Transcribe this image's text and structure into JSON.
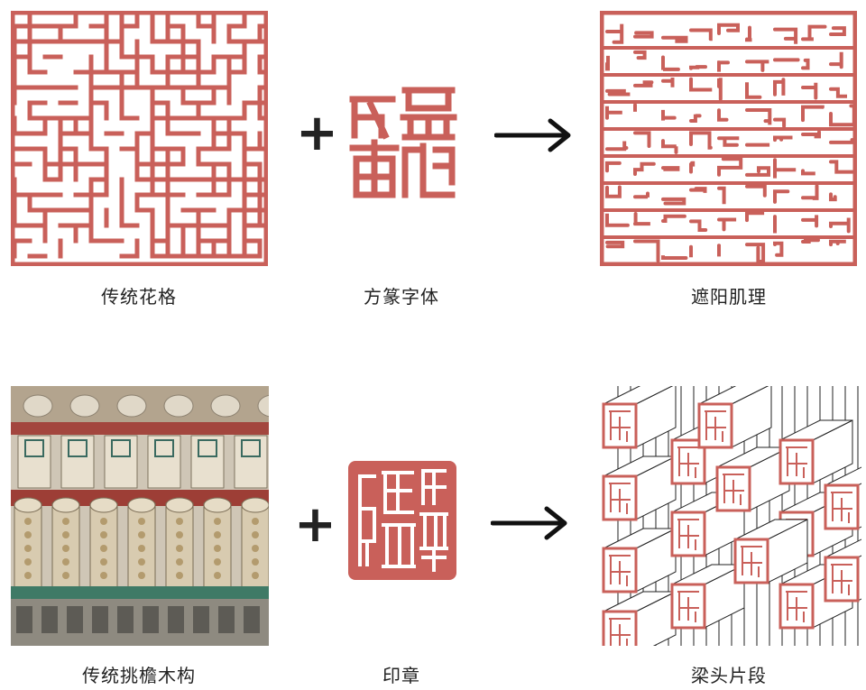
{
  "colors": {
    "accent": "#c9605a",
    "accent_dark": "#a94a44",
    "line": "#222222"
  },
  "row1": {
    "lattice_caption": "传统花格",
    "font_caption": "方篆字体",
    "result_caption": "遮阳肌理",
    "font_sample_icon": "seal-script-glyphs"
  },
  "row2": {
    "eaves_caption": "传统挑檐木构",
    "seal_caption": "印章",
    "result_caption": "梁头片段",
    "seal_icon": "square-seal-stamp"
  },
  "operators": {
    "plus": "+",
    "arrow": "→"
  }
}
